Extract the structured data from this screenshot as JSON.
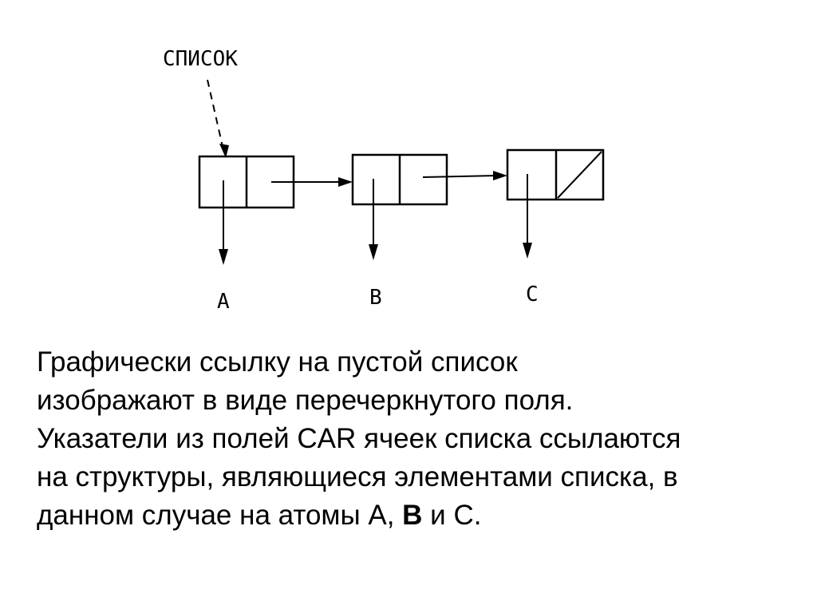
{
  "diagram": {
    "head_label": "СПИСОК",
    "atoms": [
      "A",
      "B",
      "C"
    ]
  },
  "text": {
    "line1": "Графически ссылку на пустой список",
    "line2": "изображают в виде перечеркнутого поля.",
    "line3": "Указатели из полей CAR ячеек списка ссылаются",
    "line4": "на структуры, являющиеся элементами списка, в",
    "line5_start": "данном случае на атомы А, ",
    "line5_bold": "В",
    "line5_middle": " и ",
    "line5_end": "С."
  }
}
